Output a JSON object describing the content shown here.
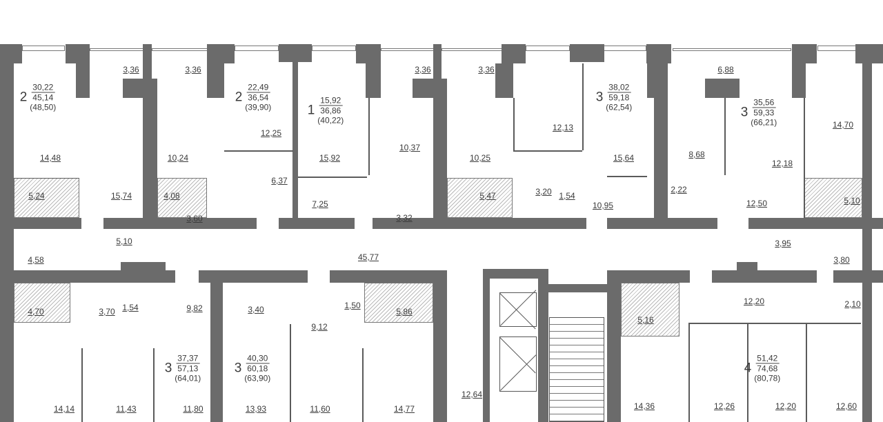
{
  "title": "Floor plan",
  "apartments": [
    {
      "rooms": "2",
      "living": "30,22",
      "total": "45,14",
      "total_with_balcony": "(48,50)"
    },
    {
      "rooms": "2",
      "living": "22,49",
      "total": "36,54",
      "total_with_balcony": "(39,90)"
    },
    {
      "rooms": "1",
      "living": "15,92",
      "total": "36,86",
      "total_with_balcony": "(40,22)"
    },
    {
      "rooms": "3",
      "living": "38,02",
      "total": "59,18",
      "total_with_balcony": "(62,54)"
    },
    {
      "rooms": "3",
      "living": "35,56",
      "total": "59,33",
      "total_with_balcony": "(66,21)"
    },
    {
      "rooms": "3",
      "living": "37,37",
      "total": "57,13",
      "total_with_balcony": "(64,01)"
    },
    {
      "rooms": "3",
      "living": "40,30",
      "total": "60,18",
      "total_with_balcony": "(63,90)"
    },
    {
      "rooms": "4",
      "living": "51,42",
      "total": "74,68",
      "total_with_balcony": "(80,78)"
    }
  ],
  "room_areas": [
    "3,36",
    "3,36",
    "3,36",
    "3,36",
    "6,88",
    "14,48",
    "10,24",
    "12,25",
    "15,92",
    "10,37",
    "10,25",
    "12,13",
    "15,64",
    "8,68",
    "12,18",
    "14,70",
    "5,24",
    "15,74",
    "4,08",
    "3,60",
    "6,37",
    "7,25",
    "3,32",
    "5,47",
    "3,20",
    "1,54",
    "10,95",
    "2,22",
    "12,50",
    "5,10",
    "5,10",
    "4,58",
    "45,77",
    "3,95",
    "3,80",
    "4,70",
    "3,70",
    "1,54",
    "9,82",
    "3,40",
    "9,12",
    "1,50",
    "5,86",
    "12,20",
    "5,16",
    "2,10",
    "12,64",
    "14,14",
    "11,43",
    "11,80",
    "13,93",
    "11,60",
    "14,77",
    "14,36",
    "12,26",
    "12,20",
    "12,60"
  ]
}
